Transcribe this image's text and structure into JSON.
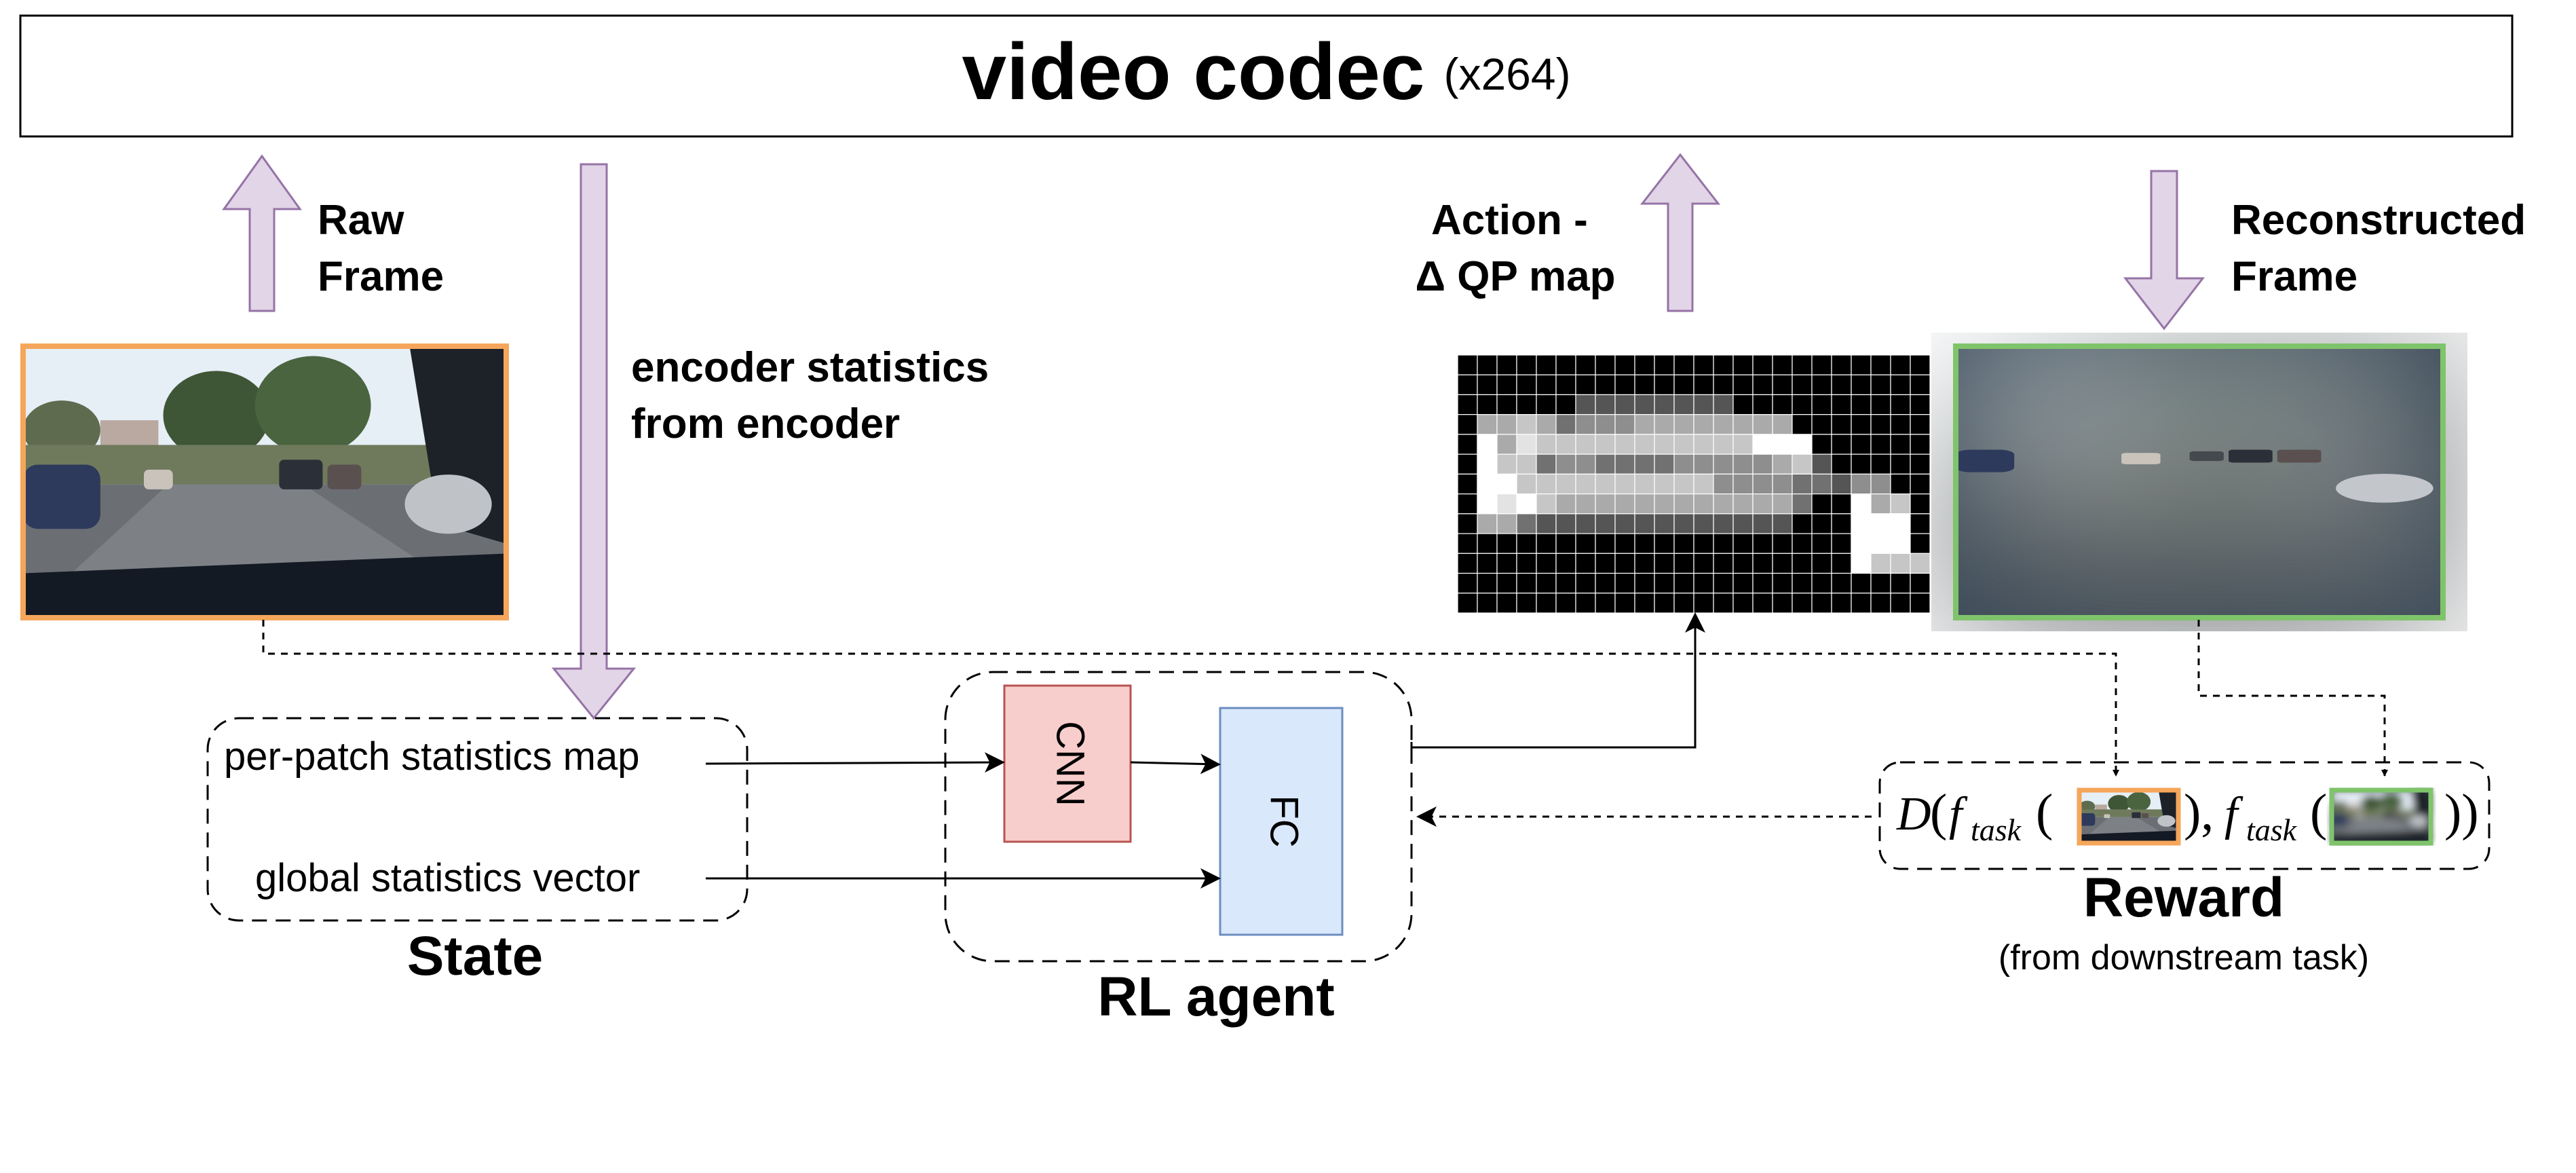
{
  "codec": {
    "title": "video codec",
    "subtitle": "(x264)"
  },
  "labels": {
    "raw_frame_1": "Raw",
    "raw_frame_2": "Frame",
    "encoder_stats_1": "encoder statistics",
    "encoder_stats_2": "from encoder",
    "action_1": "Action -",
    "action_2": "Δ QP map",
    "recon_1": "Reconstructed",
    "recon_2": "Frame"
  },
  "state": {
    "title": "State",
    "item_map": "per-patch statistics map",
    "item_vector": "global statistics vector"
  },
  "agent": {
    "title": "RL agent",
    "cnn": "CNN",
    "fc": "FC"
  },
  "reward": {
    "title": "Reward",
    "subtitle": "(from downstream task)",
    "formula": {
      "D": "D",
      "f": "f",
      "sub": "task",
      "lparen": "(",
      "rparen": ")",
      "comma": "),",
      "close": "))"
    }
  },
  "qp_map": {
    "cols": 24,
    "rows": 13,
    "cells": [
      "000000000000000000000000",
      "000000000000000000000000",
      "000000333333330000000000",
      "066764555666666660000000",
      "096877777777777999000000",
      "097745544445555567300000",
      "099777777777755554435500",
      "098976666666666664009670",
      "066433333333333330009990",
      "000000000000000000009990",
      "000000000000000000009777",
      "000000000000000000000000",
      "000000000000000000000000"
    ]
  },
  "colors": {
    "arrow_fill": "#e1d5e7",
    "arrow_stroke": "#9673a6",
    "raw_frame_border": "#f5a65b",
    "recon_frame_border": "#7fc46b",
    "cnn_fill": "#f8cecc",
    "cnn_stroke": "#b85450",
    "fc_fill": "#dae8fc",
    "fc_stroke": "#6c8ebf"
  }
}
